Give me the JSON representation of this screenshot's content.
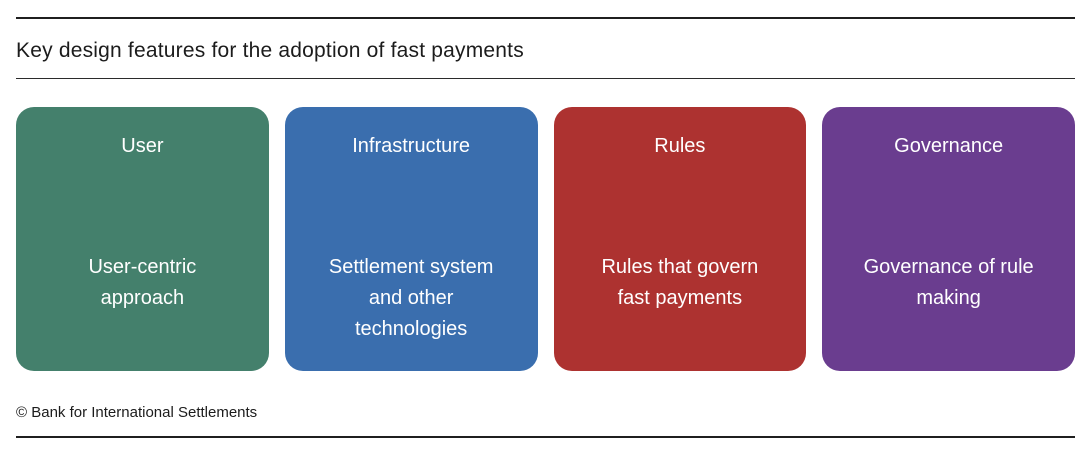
{
  "header": {
    "title": "Key design features for the adoption of fast payments"
  },
  "cards": [
    {
      "title": "User",
      "body": "User-centric\napproach",
      "color": "#44806C"
    },
    {
      "title": "Infrastructure",
      "body": "Settlement system\nand other\ntechnologies",
      "color": "#3A6EAE"
    },
    {
      "title": "Rules",
      "body": "Rules that govern\nfast payments",
      "color": "#AD3230"
    },
    {
      "title": "Governance",
      "body": "Governance of rule\nmaking",
      "color": "#6A3D8F"
    }
  ],
  "footer": {
    "copyright": "© Bank for International Settlements"
  },
  "colors": {
    "rule": "#1f1f1f",
    "card_text": "#ffffff",
    "title_text": "#1c1c1c"
  }
}
